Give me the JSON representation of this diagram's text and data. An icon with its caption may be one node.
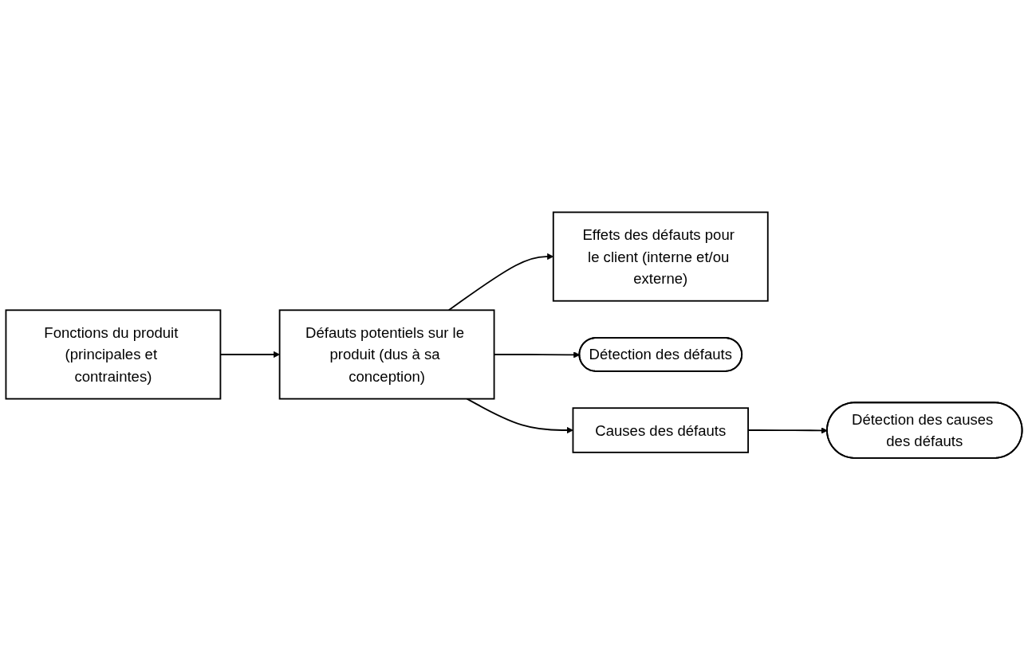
{
  "diagram": {
    "nodes": [
      {
        "text": [
          "Effets des défauts pour le client (interne et/ou externe)"
        ]
      },
      {
        "text": [
          "Fonctions du produit (principales et contraintes)"
        ]
      },
      {
        "text": [
          "Défauts potentiels sur le produit (dus à sa conception)"
        ]
      },
      {
        "text": [
          "Détection des défauts"
        ]
      },
      {
        "text": [
          "Causes des défauts"
        ]
      },
      {
        "text": [
          "Détection des causes des défauts"
        ]
      }
    ],
    "edges": [
      {
        "from": 1,
        "to": 2,
        "arrow": "to"
      },
      {
        "from": 2,
        "to": 0,
        "arrow": "to"
      },
      {
        "from": 2,
        "to": 3,
        "arrow": "to"
      },
      {
        "from": 2,
        "to": 4,
        "arrow": "to"
      },
      {
        "from": 4,
        "to": 5,
        "arrow": "to"
      }
    ]
  }
}
